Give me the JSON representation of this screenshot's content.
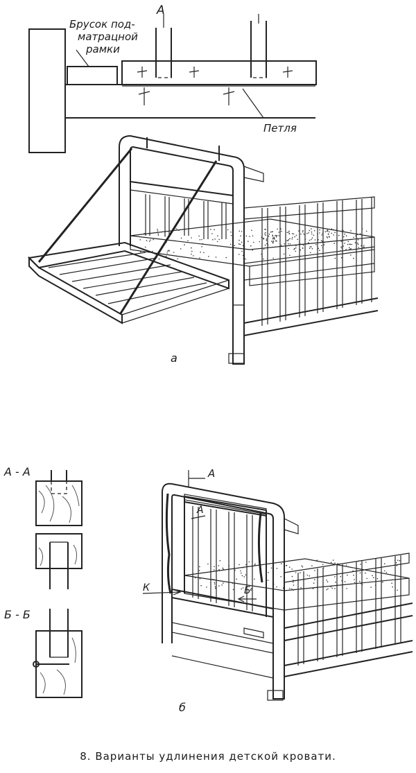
{
  "figure": {
    "caption": "8. Варианты удлинения детской кровати.",
    "detail_top": {
      "label_bar": "Брусок под-",
      "label_bar2": "матрацной",
      "label_bar3": "рамки",
      "label_section": "А",
      "label_hinge": "Петля"
    },
    "view_a": {
      "label": "а"
    },
    "view_b": {
      "label": "б",
      "section_aa": "А - А",
      "section_bb": "Б - Б",
      "mark_a1": "А",
      "mark_a2": "А",
      "mark_k": "К",
      "mark_b": "Б"
    }
  }
}
